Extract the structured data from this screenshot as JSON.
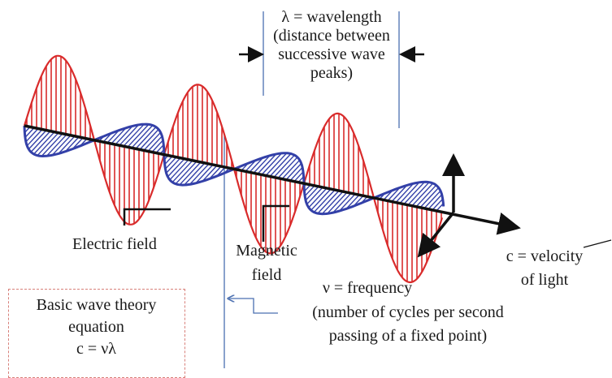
{
  "labels": {
    "wavelength": [
      "λ = wavelength",
      "(distance between",
      "successive wave",
      "peaks)"
    ],
    "electric_field": "Electric field",
    "magnetic_field": [
      "Magnetic",
      "field"
    ],
    "velocity": [
      "c = velocity",
      "of light"
    ],
    "frequency": [
      "ν = frequency",
      "(number of cycles per second",
      "passing of a fixed point)"
    ],
    "equation": [
      "Basic wave theory",
      "equation",
      "c = νλ"
    ]
  },
  "colors": {
    "electric_wave": "#d92b2b",
    "magnetic_wave": "#3340a8",
    "axis": "#111111",
    "guide_lines": "#4a6fb0",
    "equation_border": "#d8807a"
  }
}
